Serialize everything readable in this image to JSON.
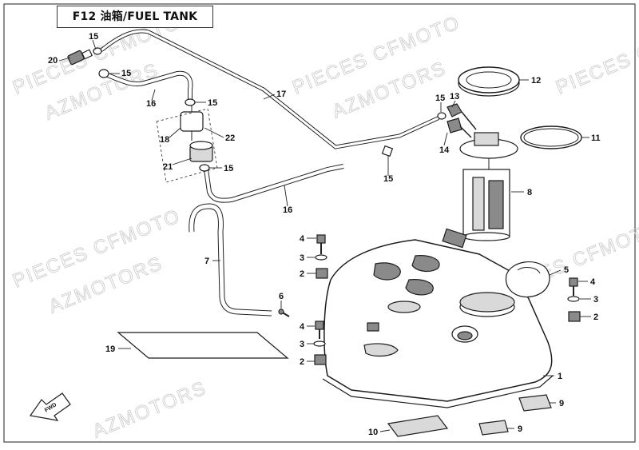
{
  "title": "F12 油箱/FUEL TANK",
  "watermarks": [
    "PIECES CFMOTO",
    "AZMOTORS",
    "PIECES CFMOTO",
    "AZMOTORS",
    "PIECES CFMOTO",
    "AZMOTORS",
    "PIECES CFMOTO",
    "AZMOTORS",
    "PIECES CFMOTO"
  ],
  "fwd_label": "FWD",
  "callouts": {
    "c1": "1",
    "c2a": "2",
    "c2b": "2",
    "c2c": "2",
    "c3a": "3",
    "c3b": "3",
    "c3c": "3",
    "c4a": "4",
    "c4b": "4",
    "c4c": "4",
    "c5": "5",
    "c6": "6",
    "c7": "7",
    "c8": "8",
    "c9a": "9",
    "c9b": "9",
    "c10": "10",
    "c11": "11",
    "c12": "12",
    "c13": "13",
    "c14": "14",
    "c15a": "15",
    "c15b": "15",
    "c15c": "15",
    "c15d": "15",
    "c15e": "15",
    "c15f": "15",
    "c16a": "16",
    "c16b": "16",
    "c17": "17",
    "c18": "18",
    "c19": "19",
    "c20": "20",
    "c21": "21",
    "c22": "22"
  },
  "colors": {
    "line": "#222222",
    "watermark": "#cfcfcf",
    "shade": "#8a8a8a",
    "light": "#d9d9d9"
  }
}
